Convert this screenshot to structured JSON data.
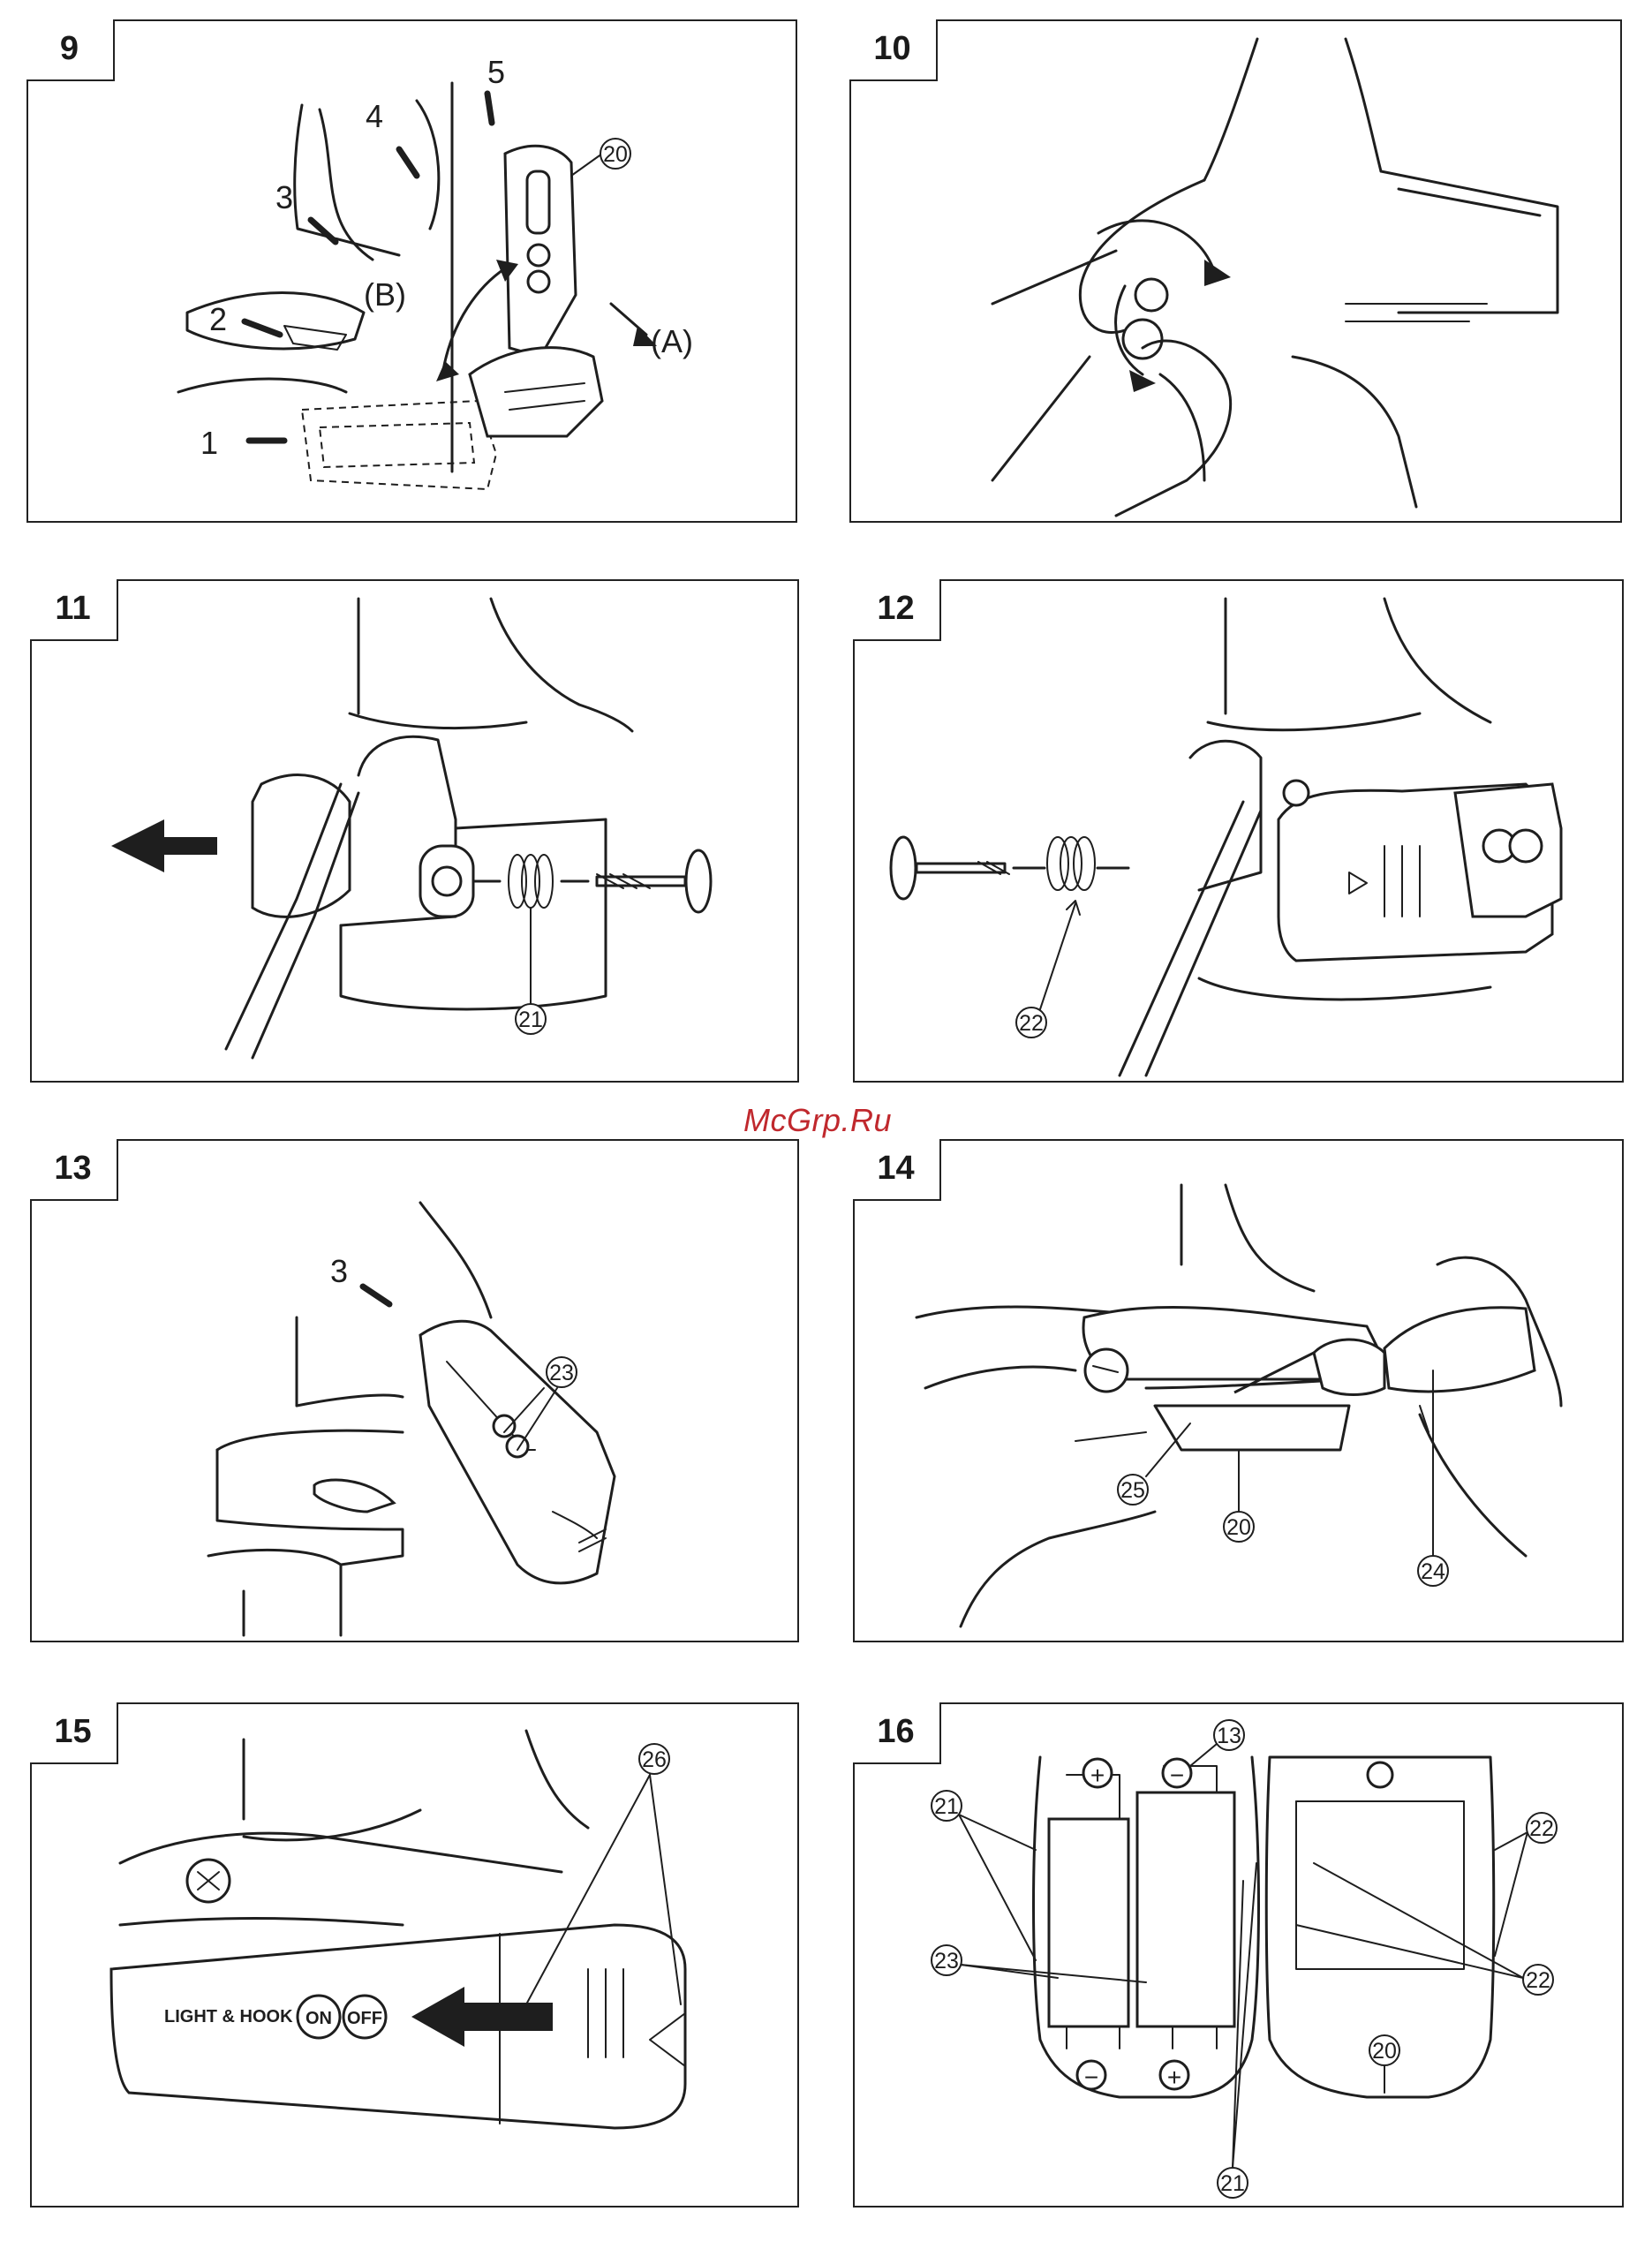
{
  "watermark": "McGrp.Ru",
  "figures": [
    {
      "number": "9",
      "labels": [
        "1",
        "2",
        "3",
        "4",
        "5",
        "(A)",
        "(B)"
      ],
      "callouts": [
        "20"
      ]
    },
    {
      "number": "10",
      "labels": [],
      "callouts": []
    },
    {
      "number": "11",
      "labels": [],
      "callouts": [
        "21"
      ]
    },
    {
      "number": "12",
      "labels": [],
      "callouts": [
        "22"
      ]
    },
    {
      "number": "13",
      "labels": [
        "3"
      ],
      "callouts": [
        "23"
      ]
    },
    {
      "number": "14",
      "labels": [],
      "callouts": [
        "25",
        "20",
        "24"
      ]
    },
    {
      "number": "15",
      "labels": [],
      "callouts": [
        "26"
      ],
      "switch_text": [
        "LIGHT & HOOK",
        "ON",
        "OFF"
      ]
    },
    {
      "number": "16",
      "labels": [
        "+",
        "−",
        "−",
        "+"
      ],
      "callouts": [
        "13",
        "21",
        "23",
        "21",
        "22",
        "22",
        "20"
      ]
    }
  ],
  "colors": {
    "line": "#1e1e1e",
    "watermark": "#c0282d"
  }
}
